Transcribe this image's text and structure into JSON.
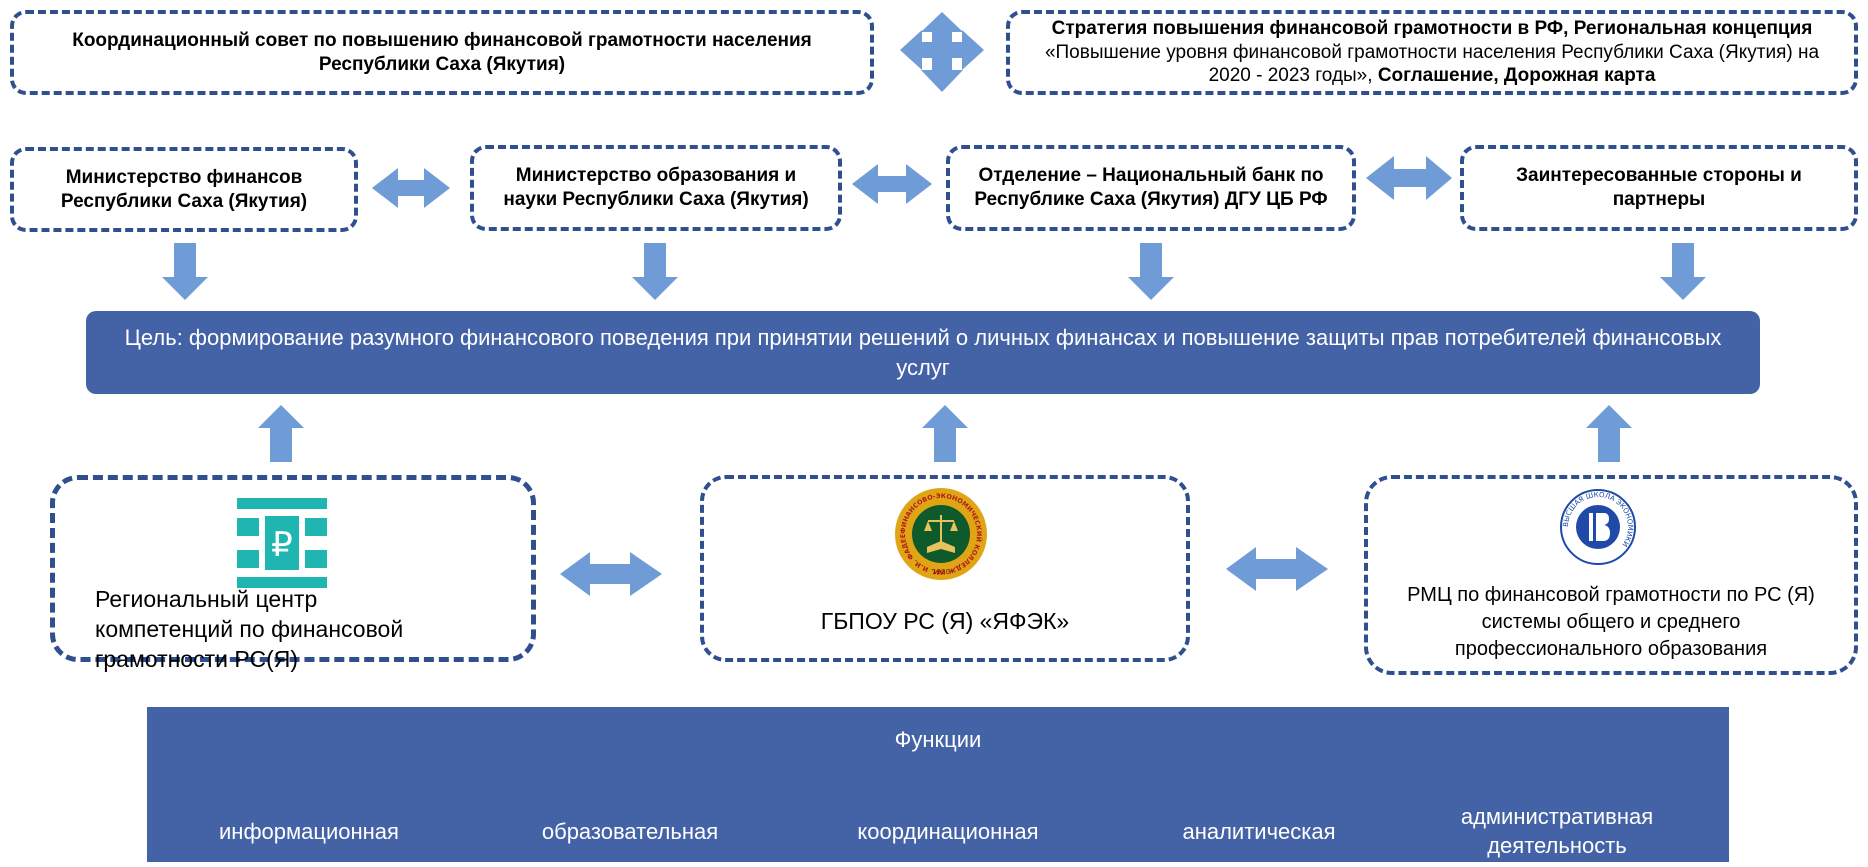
{
  "top": {
    "council": "Координационный совет по повышению финансовой грамотности населения Республики Саха (Якутия)",
    "strategy_bold1": "Стратегия повышения финансовой грамотности в РФ, Региональная концепция",
    "strategy_normal": " «Повышение уровня финансовой грамотности населения Республики Саха (Якутия) на 2020 - 2023 годы», ",
    "strategy_bold2": "Соглашение, Дорожная карта"
  },
  "middle": {
    "minfin": "Министерство финансов Республики Саха (Якутия)",
    "minobr": "Министерство образования и науки Республики Саха (Якутия)",
    "bank": "Отделение – Национальный банк по Республике Саха (Якутия) ДГУ ЦБ РФ",
    "partners": "Заинтересованные стороны и партнеры"
  },
  "goal": "Цель: формирование разумного финансового поведения при принятии решений о личных финансах и повышение защиты прав потребителей финансовых услуг",
  "bottom": {
    "center_left": "Региональный центр компетенций по финансовой грамотности РС(Я)",
    "center_mid": "ГБПОУ РС (Я) «ЯФЭК»",
    "center_right": "РМЦ по финансовой грамотности по РС (Я) системы общего и среднего профессионального образования",
    "logo_mid_ring": "ФИНАНСОВО-ЭКОНОМИЧЕСКИЙ КОЛЛЕДЖ ИМ. И.И. ФАДЕЕВА",
    "logo_mid_year": "1930",
    "logo_right_ring": "ВЫСШАЯ ШКОЛА ЭКОНОМИКИ"
  },
  "functions": {
    "title": "Функции",
    "items": [
      "информационная",
      "образовательная",
      "координационная",
      "аналитическая",
      "административная деятельность"
    ]
  },
  "colors": {
    "border": "#2f4f8f",
    "arrow": "#6f9bd6",
    "panel": "#4462a6",
    "teal": "#1fb5b1"
  }
}
